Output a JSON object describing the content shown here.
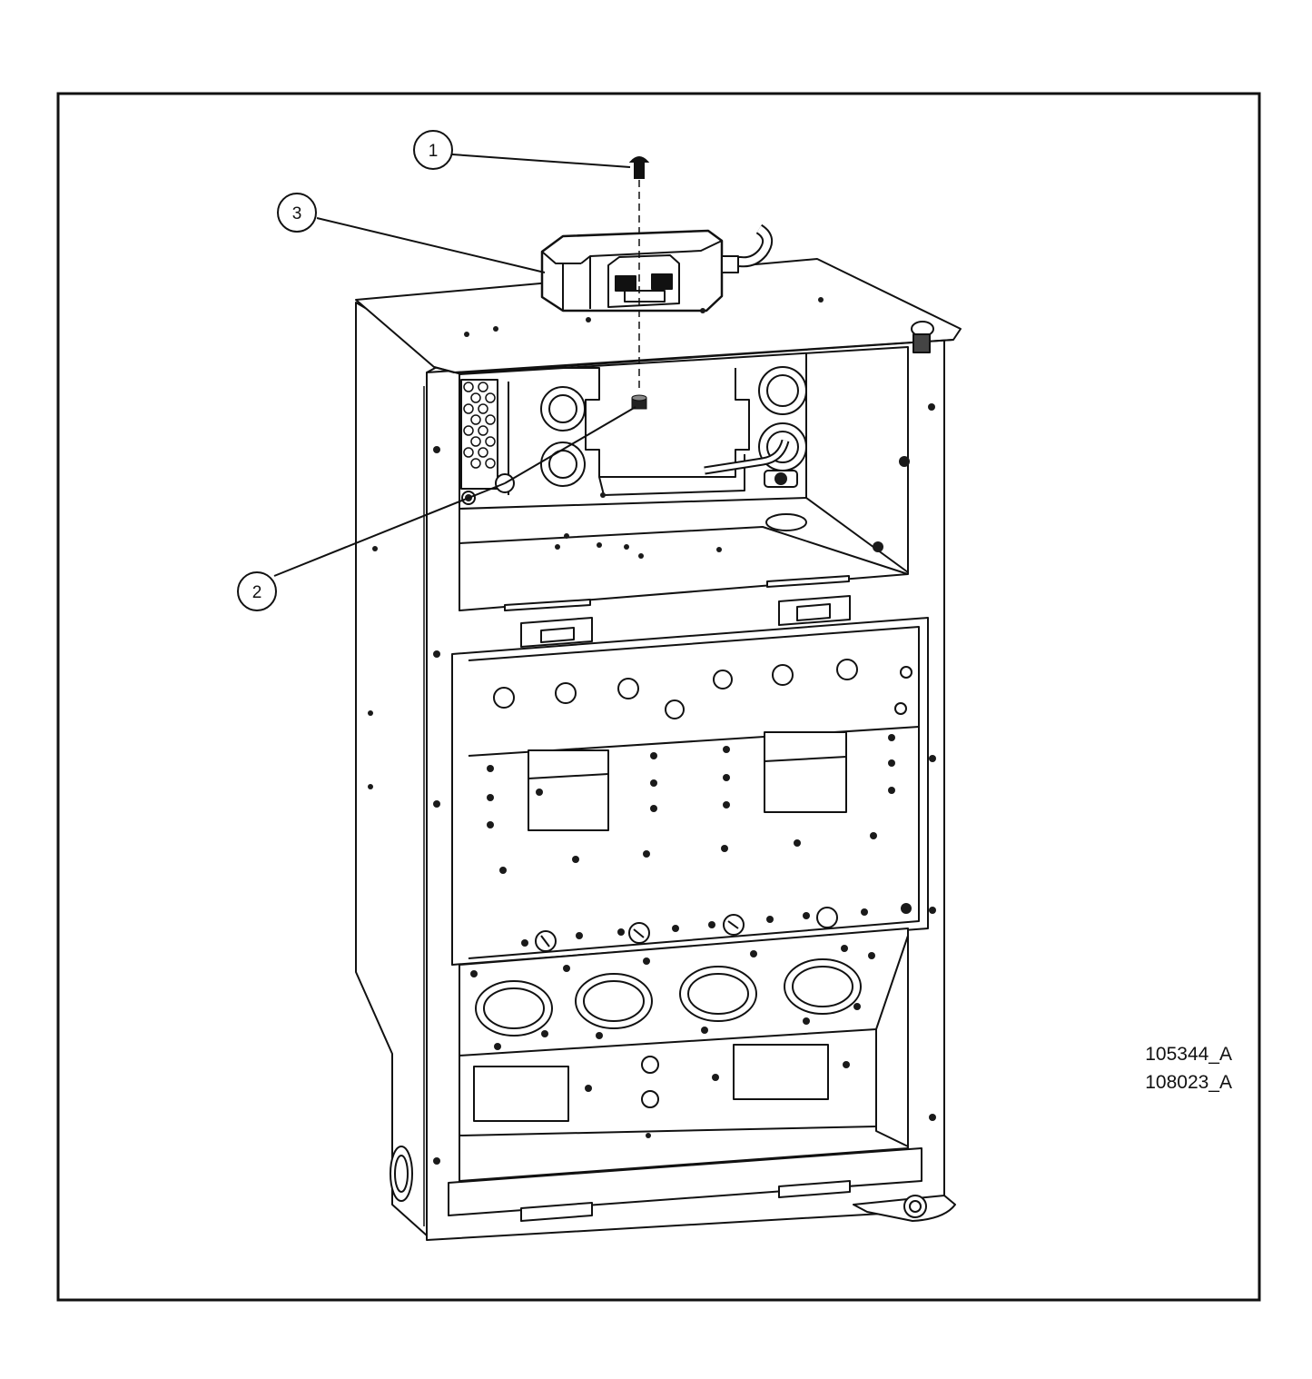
{
  "figure": {
    "callouts": [
      {
        "label": "1",
        "part": "screw"
      },
      {
        "label": "2",
        "part": "nut"
      },
      {
        "label": "3",
        "part": "module"
      }
    ],
    "reference_codes": [
      "105344_A",
      "108023_A"
    ]
  },
  "colors": {
    "line": "#111111",
    "fill": "#ffffff",
    "dark_part": "#1a1a1a",
    "gray_part": "#9a9a9a"
  }
}
